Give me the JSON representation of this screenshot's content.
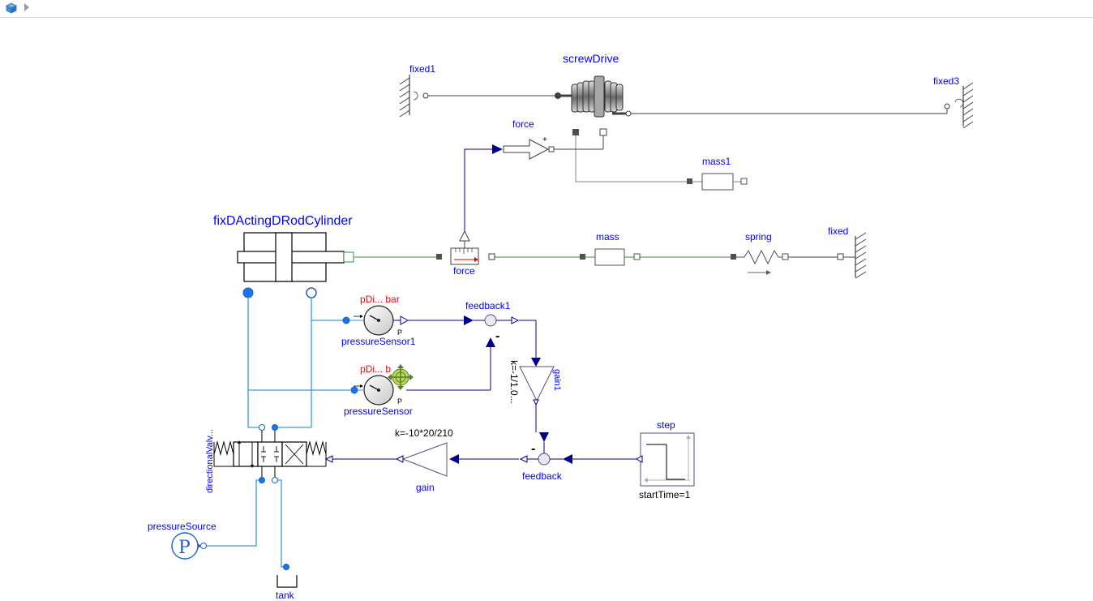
{
  "toolbar": {
    "icons": [
      "model-cube-icon",
      "expand-arrow-icon"
    ]
  },
  "components": {
    "screwDrive": "screwDrive",
    "fixed1": "fixed1",
    "fixed3": "fixed3",
    "force_top": "force",
    "mass1": "mass1",
    "cylinder": "fixDActingDRodCylinder",
    "force_sensor": "force",
    "mass": "mass",
    "spring": "spring",
    "fixed": "fixed",
    "pDiff1_label": "pDi... bar",
    "pressureSensor1": "pressureSensor1",
    "feedback1": "feedback1",
    "gain1": "gain1",
    "gain1_k": "k=-1/1.0...",
    "pDiff_label": "pDi... b",
    "pressureSensor": "pressureSensor",
    "directionalValve": "directionalValv...",
    "gain_k": "k=-10*20/210",
    "gain": "gain",
    "feedback": "feedback",
    "step": "step",
    "step_param": "startTime=1",
    "pressureSource": "pressureSource",
    "tank": "tank",
    "sensor_unit": "P",
    "source_symbol": "P",
    "minus_sign": "-",
    "plus_sign": "+"
  },
  "colors": {
    "label_blue": "#0000ff",
    "param_red": "#ff0000",
    "hydraulic_line": "#3a9ad9",
    "mech_line": "#3c8c3c",
    "signal_line": "#00008b",
    "rot_line": "#404040"
  }
}
